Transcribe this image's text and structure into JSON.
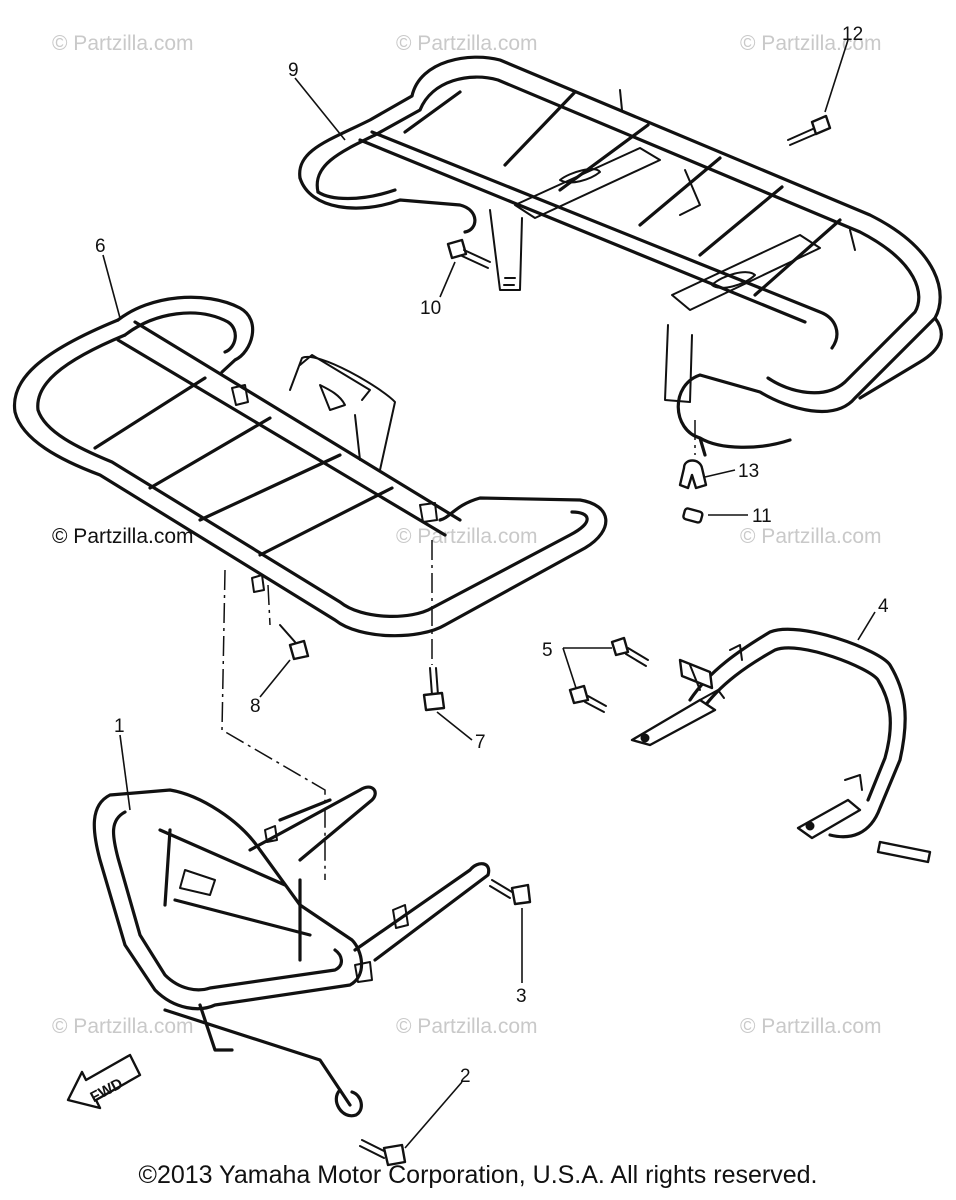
{
  "watermarks": {
    "w1": "© Partzilla.com",
    "w2": "© Partzilla.com",
    "w3": "© Partzilla.com",
    "w4": "© Partzilla.com",
    "w5": "© Partzilla.com",
    "w6": "© Partzilla.com",
    "w7": "© Partzilla.com",
    "w8": "© Partzilla.com",
    "w9": "© Partzilla.com"
  },
  "callouts": {
    "c1": "1",
    "c2": "2",
    "c3": "3",
    "c4": "4",
    "c5": "5",
    "c6": "6",
    "c7": "7",
    "c8": "8",
    "c9": "9",
    "c10": "10",
    "c11": "11",
    "c12": "12",
    "c13": "13"
  },
  "direction_label": "FWD",
  "footer": "©2013 Yamaha Motor Corporation, U.S.A. All rights reserved."
}
